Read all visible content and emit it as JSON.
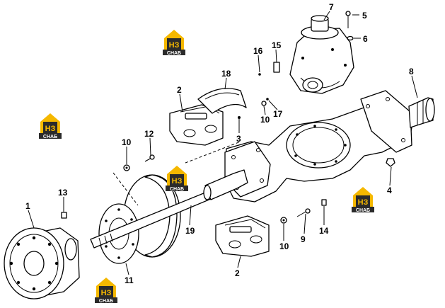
{
  "callouts": [
    {
      "id": "1",
      "label": "1"
    },
    {
      "id": "2a",
      "label": "2"
    },
    {
      "id": "2b",
      "label": "2"
    },
    {
      "id": "3",
      "label": "3"
    },
    {
      "id": "4",
      "label": "4"
    },
    {
      "id": "5",
      "label": "5"
    },
    {
      "id": "6",
      "label": "6"
    },
    {
      "id": "7",
      "label": "7"
    },
    {
      "id": "8",
      "label": "8"
    },
    {
      "id": "9",
      "label": "9"
    },
    {
      "id": "10a",
      "label": "10"
    },
    {
      "id": "10b",
      "label": "10"
    },
    {
      "id": "10c",
      "label": "10"
    },
    {
      "id": "11",
      "label": "11"
    },
    {
      "id": "12",
      "label": "12"
    },
    {
      "id": "13",
      "label": "13"
    },
    {
      "id": "14",
      "label": "14"
    },
    {
      "id": "15",
      "label": "15"
    },
    {
      "id": "16",
      "label": "16"
    },
    {
      "id": "17",
      "label": "17"
    },
    {
      "id": "18",
      "label": "18"
    },
    {
      "id": "19",
      "label": "19"
    }
  ],
  "watermark": {
    "top": "НЗ",
    "bottom": "СНАБ",
    "color_yellow": "#f5b800",
    "color_dark": "#2b2b2b"
  }
}
